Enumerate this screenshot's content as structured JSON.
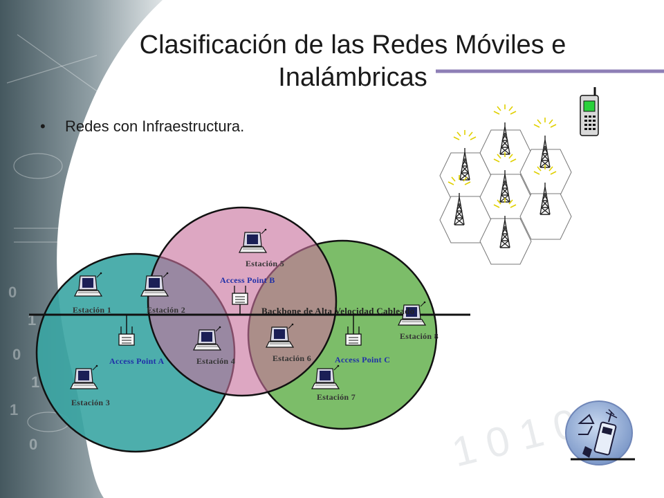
{
  "slide": {
    "title_line1": "Clasificación de las Redes Móviles e",
    "title_line2": "Inalámbricas",
    "bullet": "Redes con Infraestructura."
  },
  "diagram": {
    "backbone_label": "Backbone de Alta Velocidad Cableado",
    "access_points": {
      "a": "Access Point A",
      "b": "Access Point B",
      "c": "Access Point C"
    },
    "stations": {
      "s1": "Estación 1",
      "s2": "Estación 2",
      "s3": "Estación 3",
      "s4": "Estación 4",
      "s5": "Estación 5",
      "s6": "Estación 6",
      "s7": "Estación 7",
      "s8": "Estación 8"
    }
  },
  "colors": {
    "cell_a": "#3aa5a3",
    "cell_b": "#c8719d",
    "cell_c": "#6ab454",
    "access_point_text": "#1f2fa8",
    "accent_purple": "#8e7fb6"
  }
}
